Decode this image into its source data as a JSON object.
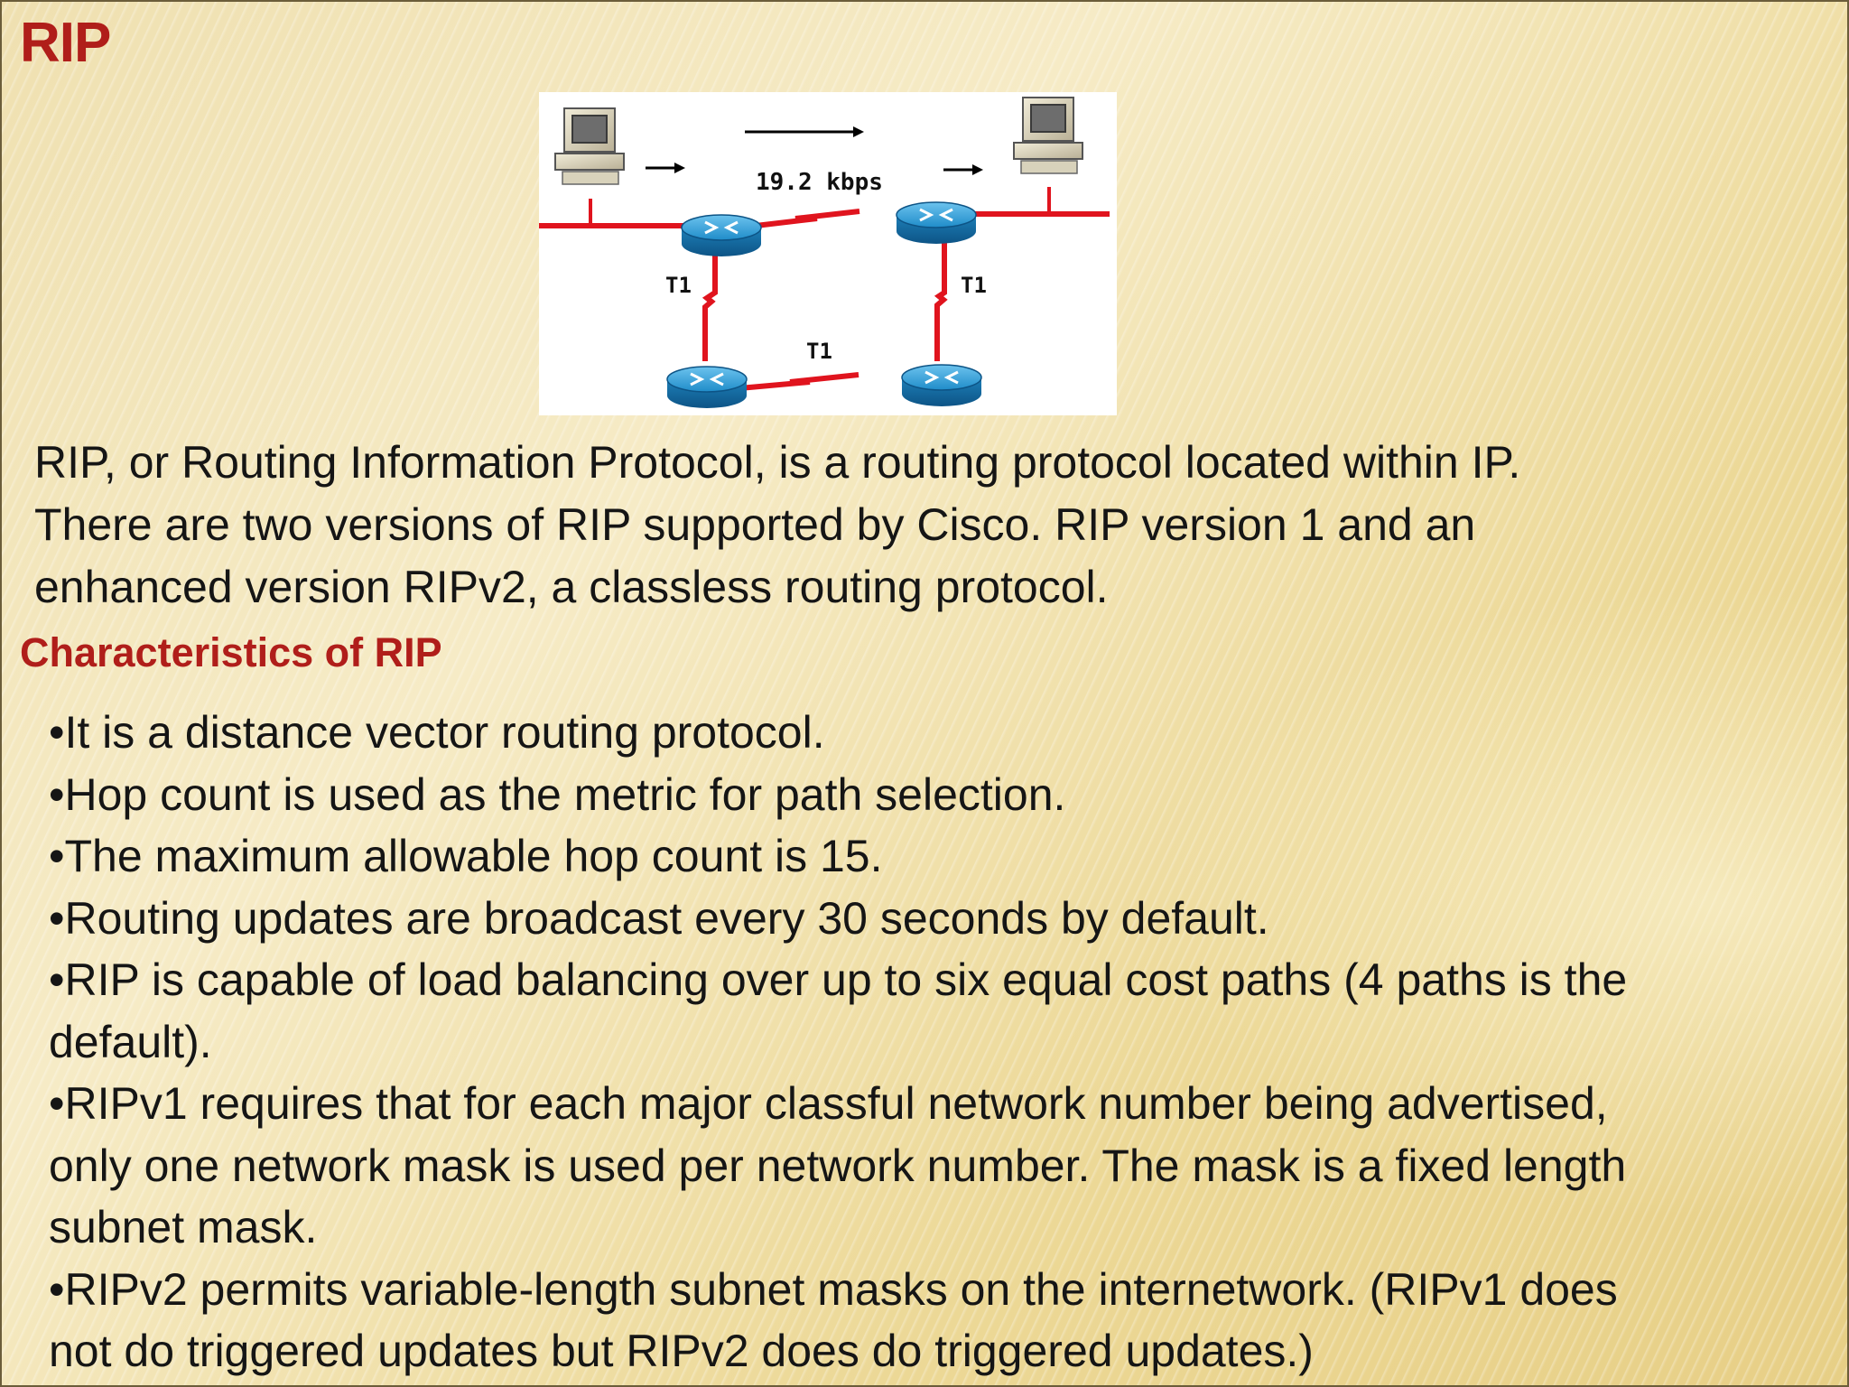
{
  "slide": {
    "title": "RIP",
    "diagram": {
      "speed_label": "19.2 kbps",
      "link_left": "T1",
      "link_right": "T1",
      "link_bottom": "T1"
    },
    "intro_lines": [
      "RIP, or Routing Information Protocol, is a routing protocol located within IP.",
      "There are two versions of RIP supported by Cisco. RIP version 1 and an",
      "enhanced version RIPv2, a classless routing protocol."
    ],
    "subheading": "Characteristics of RIP",
    "bullet_lines": [
      "•It is a distance vector routing protocol.",
      "•Hop count is used as the metric for path selection.",
      "•The maximum allowable hop count is 15.",
      "•Routing updates are broadcast every 30 seconds by default.",
      "•RIP is capable of load balancing over up to six equal cost paths (4 paths is the",
      "default).",
      "•RIPv1 requires that for each major classful network number being advertised,",
      "only one network mask is used per network number. The mask is a fixed length",
      "subnet mask.",
      "•RIPv2 permits variable-length subnet masks on the internetwork. (RIPv1 does",
      "not do triggered updates but RIPv2 does do triggered updates.)"
    ],
    "colors": {
      "heading": "#b01e1a",
      "link": "#e0141e",
      "router": "#1e8bc8"
    }
  }
}
